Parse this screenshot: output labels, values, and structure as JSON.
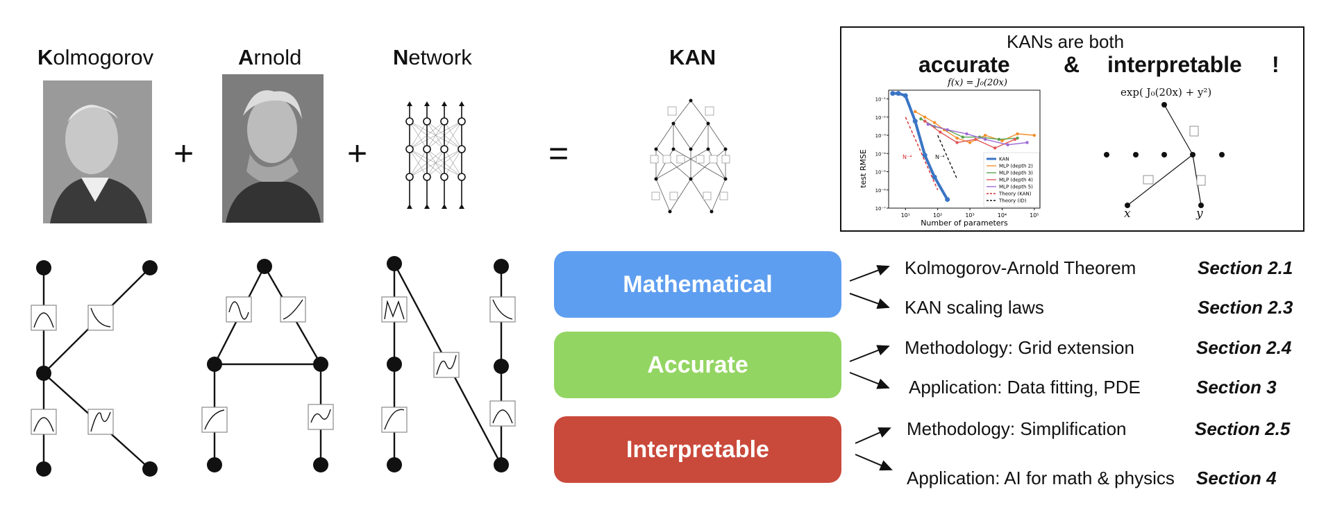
{
  "headers": {
    "kolmogorov": {
      "initial": "K",
      "rest": "olmogorov"
    },
    "arnold": {
      "initial": "A",
      "rest": "rnold"
    },
    "network": {
      "initial": "N",
      "rest": "etwork"
    },
    "kan": "KAN"
  },
  "operators": {
    "plus": "+",
    "equals": "="
  },
  "panel": {
    "title": "KANs are both",
    "accurate": "accurate",
    "amp": "&",
    "interpretable": "interpretable",
    "bang": "!",
    "plot_title": "f(x) = J₀(20x)",
    "formula": "exp( J₀(20x) + y²)",
    "node_x": "x",
    "node_y": "y",
    "slope1": "N⁻⁴",
    "slope2": "N⁻⁴"
  },
  "chart_data": {
    "type": "line",
    "title": "f(x) = J₀(20x)",
    "xlabel": "Number of parameters",
    "ylabel": "test RMSE",
    "x_scale": "log",
    "y_scale": "log",
    "xlim": [
      3,
      150000
    ],
    "ylim": [
      1e-07,
      0.3
    ],
    "xticks": [
      "10¹",
      "10²",
      "10³",
      "10⁴",
      "10⁵"
    ],
    "yticks": [
      "10⁻¹",
      "10⁻²",
      "10⁻³",
      "10⁻⁴",
      "10⁻⁵",
      "10⁻⁶",
      "10⁻⁷"
    ],
    "legend_position": "lower-right",
    "series": [
      {
        "name": "KAN",
        "color": "#3a75c4",
        "style": "solid-thick",
        "x": [
          4,
          6,
          10,
          20,
          40,
          80,
          200
        ],
        "y": [
          0.2,
          0.2,
          0.15,
          0.006,
          8e-05,
          5e-06,
          3e-07
        ]
      },
      {
        "name": "MLP (depth 2)",
        "color": "#f28e2b",
        "style": "solid",
        "x": [
          20,
          40,
          80,
          160,
          400,
          1000,
          3000,
          10000,
          30000,
          100000
        ],
        "y": [
          0.02,
          0.01,
          0.005,
          0.002,
          0.0007,
          0.0004,
          0.001,
          0.0005,
          0.0012,
          0.001
        ]
      },
      {
        "name": "MLP (depth 3)",
        "color": "#59a14f",
        "style": "solid",
        "x": [
          30,
          80,
          200,
          600,
          2000,
          8000,
          30000
        ],
        "y": [
          0.008,
          0.003,
          0.002,
          0.0008,
          0.0008,
          0.0006,
          0.0007
        ]
      },
      {
        "name": "MLP (depth 4)",
        "color": "#e15759",
        "style": "solid",
        "x": [
          40,
          120,
          400,
          1500,
          6000,
          25000
        ],
        "y": [
          0.006,
          0.0015,
          0.0004,
          0.0006,
          0.0002,
          0.0006
        ]
      },
      {
        "name": "MLP (depth 5)",
        "color": "#9c6ad5",
        "style": "solid",
        "x": [
          50,
          200,
          800,
          3000,
          15000,
          60000
        ],
        "y": [
          0.004,
          0.002,
          0.0012,
          0.0006,
          0.0003,
          0.0004
        ]
      },
      {
        "name": "Theory (KAN)",
        "color": "#d62728",
        "style": "dashed",
        "x": [
          10,
          100
        ],
        "y": [
          0.01,
          1e-06
        ]
      },
      {
        "name": "Theory (ID)",
        "color": "#111111",
        "style": "dashed",
        "x": [
          100,
          400
        ],
        "y": [
          0.001,
          4e-06
        ]
      }
    ]
  },
  "categories": [
    {
      "label": "Mathematical",
      "color": "#5e9ef0",
      "items": [
        {
          "text": "Kolmogorov-Arnold Theorem",
          "section": "Section 2.1"
        },
        {
          "text": "KAN scaling laws",
          "section": "Section 2.3"
        }
      ]
    },
    {
      "label": "Accurate",
      "color": "#93d562",
      "items": [
        {
          "text": "Methodology: Grid extension",
          "section": "Section 2.4"
        },
        {
          "text": "Application: Data fitting, PDE",
          "section": "Section 3"
        }
      ]
    },
    {
      "label": "Interpretable",
      "color": "#c9493b",
      "items": [
        {
          "text": "Methodology: Simplification",
          "section": "Section 2.5"
        },
        {
          "text": "Application: AI for math & physics",
          "section": "Section 4"
        }
      ]
    }
  ]
}
